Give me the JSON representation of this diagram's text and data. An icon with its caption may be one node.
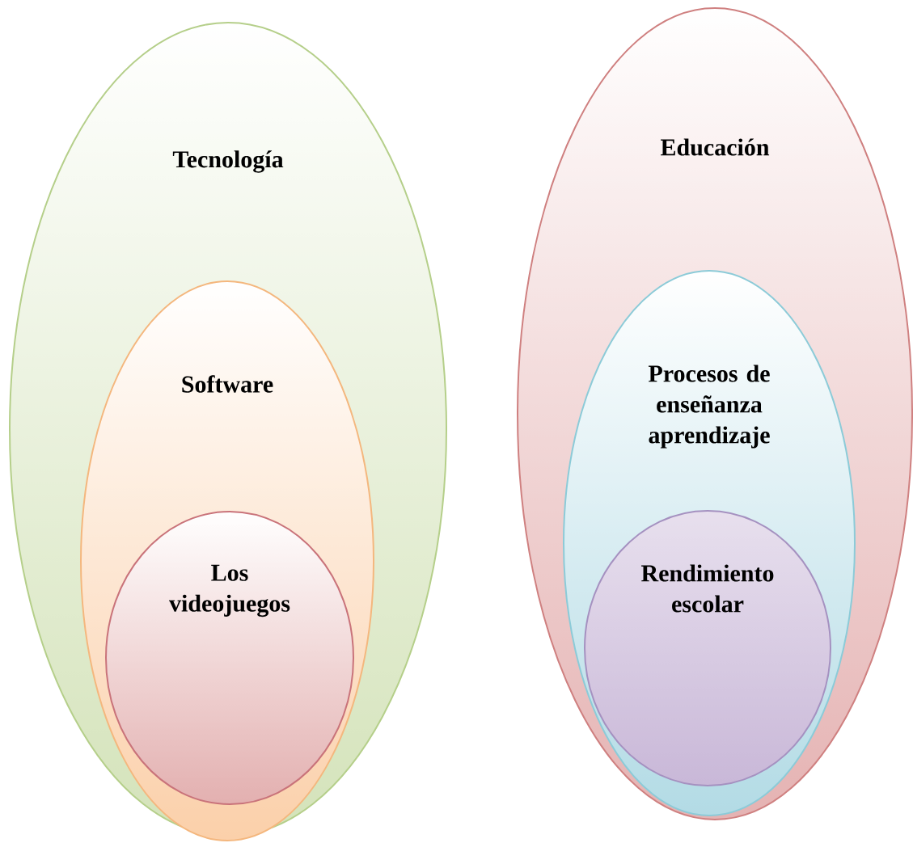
{
  "diagram": {
    "nodes": [
      {
        "text": [
          "Tecnología"
        ]
      },
      {
        "text": [
          "Software"
        ],
        "in": 0
      },
      {
        "text": [
          "Los videojuegos"
        ],
        "in": 1
      },
      {
        "text": [
          "Educación"
        ]
      },
      {
        "text": [
          "Procesos de enseñanza aprendizaje"
        ],
        "in": 3
      },
      {
        "text": [
          "Rendimiento escolar"
        ],
        "in": 4
      }
    ]
  }
}
